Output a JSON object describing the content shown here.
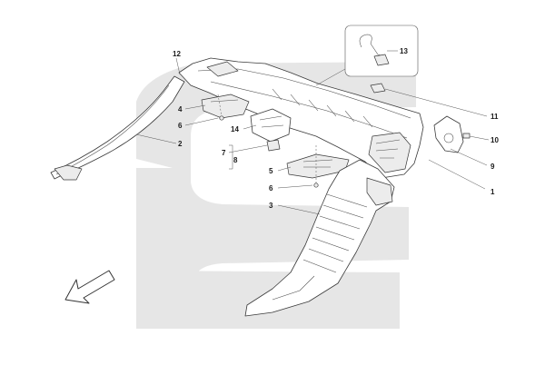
{
  "diagram": {
    "callouts": [
      {
        "id": "c1",
        "text": "1"
      },
      {
        "id": "c2",
        "text": "2"
      },
      {
        "id": "c3",
        "text": "3"
      },
      {
        "id": "c4",
        "text": "4"
      },
      {
        "id": "c5",
        "text": "5"
      },
      {
        "id": "c6a",
        "text": "6"
      },
      {
        "id": "c6b",
        "text": "6"
      },
      {
        "id": "c7",
        "text": "7"
      },
      {
        "id": "c8",
        "text": "8"
      },
      {
        "id": "c9",
        "text": "9"
      },
      {
        "id": "c10",
        "text": "10"
      },
      {
        "id": "c11",
        "text": "11"
      },
      {
        "id": "c12",
        "text": "12"
      },
      {
        "id": "c13",
        "text": "13"
      },
      {
        "id": "c14",
        "text": "14"
      }
    ],
    "colors": {
      "line": "#3a3a3a",
      "watermark": "#e6e6e6",
      "background": "#ffffff"
    },
    "icons": [
      "direction-arrow-icon"
    ]
  }
}
